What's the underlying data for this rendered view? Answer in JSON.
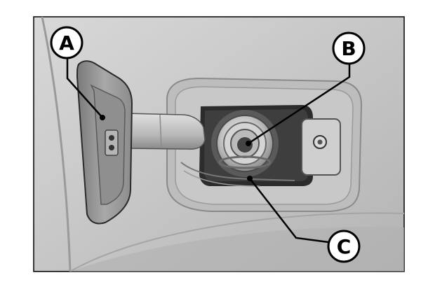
{
  "figure": {
    "callouts": [
      {
        "id": "A",
        "label": "A"
      },
      {
        "id": "B",
        "label": "B"
      },
      {
        "id": "C",
        "label": "C"
      }
    ],
    "colors": {
      "background": "#ffffff",
      "body_panel": "#c9c9c9",
      "dark_edge": "#2a2a2a",
      "callout_fill": "#ffffff",
      "callout_stroke": "#000000"
    }
  }
}
